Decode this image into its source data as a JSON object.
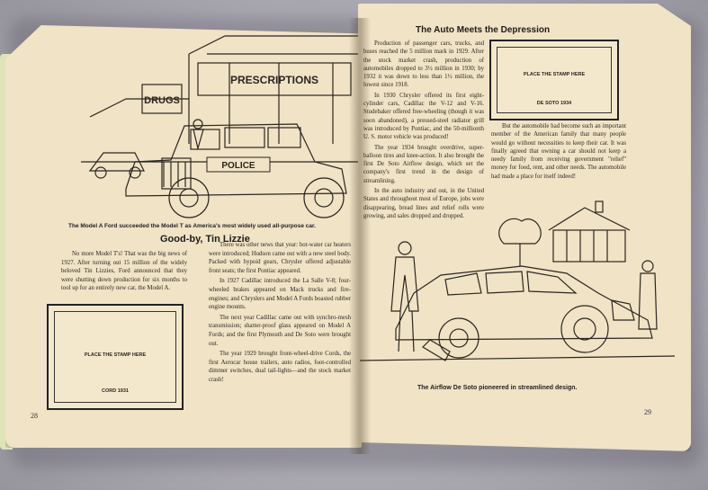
{
  "left_page": {
    "sign_drug": "DRUGS",
    "sign_prescription": "PRESCRIPTIONS",
    "sign_police": "POLICE",
    "caption": "The Model A Ford succeeded the Model T as America's most widely used all-purpose car.",
    "heading": "Good-by, Tin Lizzie",
    "col1_paragraphs": [
      "No more Model T's! That was the big news of 1927. After turning out 15 million of the widely beloved Tin Lizzies, Ford announced that they were shutting down production for six months to tool up for an entirely new car, the Model A."
    ],
    "col2_paragraphs": [
      "There was other news that year: hot-water car heaters were introduced; Hudson came out with a new steel body. Packed with hypoid gears, Chrysler offered adjustable front seats; the first Pontiac appeared.",
      "In 1927 Cadillac introduced the La Salle V-8; four-wheeled brakes appeared on Mack trucks and fire-engines; and Chryslers and Model A Fords boasted rubber engine mounts.",
      "The next year Cadillac came out with synchro-mesh transmission; shatter-proof glass appeared on Model A Fords; and the first Plymouth and De Soto were brought out.",
      "The year 1929 brought front-wheel-drive Cords, the first Aerocar house trailers, auto radios, foot-controlled dimmer switches, dual tail-lights—and the stock market crash!"
    ],
    "stamp_place": "PLACE THE STAMP HERE",
    "stamp_name": "CORD 1931",
    "page_number": "28"
  },
  "right_page": {
    "heading": "The Auto Meets the Depression",
    "col1_paragraphs": [
      "Production of passenger cars, trucks, and buses reached the 5 million mark in 1929. After the stock market crash, production of automobiles dropped to 3½ million in 1930; by 1932 it was down to less than 1½ million, the lowest since 1918.",
      "In 1930 Chrysler offered its first eight-cylinder cars, Cadillac the V-12 and V-16. Studebaker offered free-wheeling (though it was soon abandoned), a pressed-steel radiator grill was introduced by Pontiac, and the 50-millionth U. S. motor vehicle was produced!",
      "The year 1934 brought overdrive, super-balloon tires and knee-action. It also brought the first De Soto Airflow design, which set the company's first trend in the design of streamlining.",
      "In the auto industry and out, in the United States and throughout most of Europe, jobs were disappearing, bread lines and relief rolls were growing, and sales dropped and dropped."
    ],
    "col2_paragraphs": [
      "But the automobile had become such an important member of the American family that many people would go without necessities to keep their car. It was finally agreed that owning a car should not keep a needy family from receiving government \"relief\" money for food, rent, and other needs. The automobile had made a place for itself indeed!"
    ],
    "stamp_place": "PLACE THE STAMP HERE",
    "stamp_name": "DE SOTO 1934",
    "caption": "The Airflow De Soto pioneered in streamlined design.",
    "page_number": "29"
  }
}
